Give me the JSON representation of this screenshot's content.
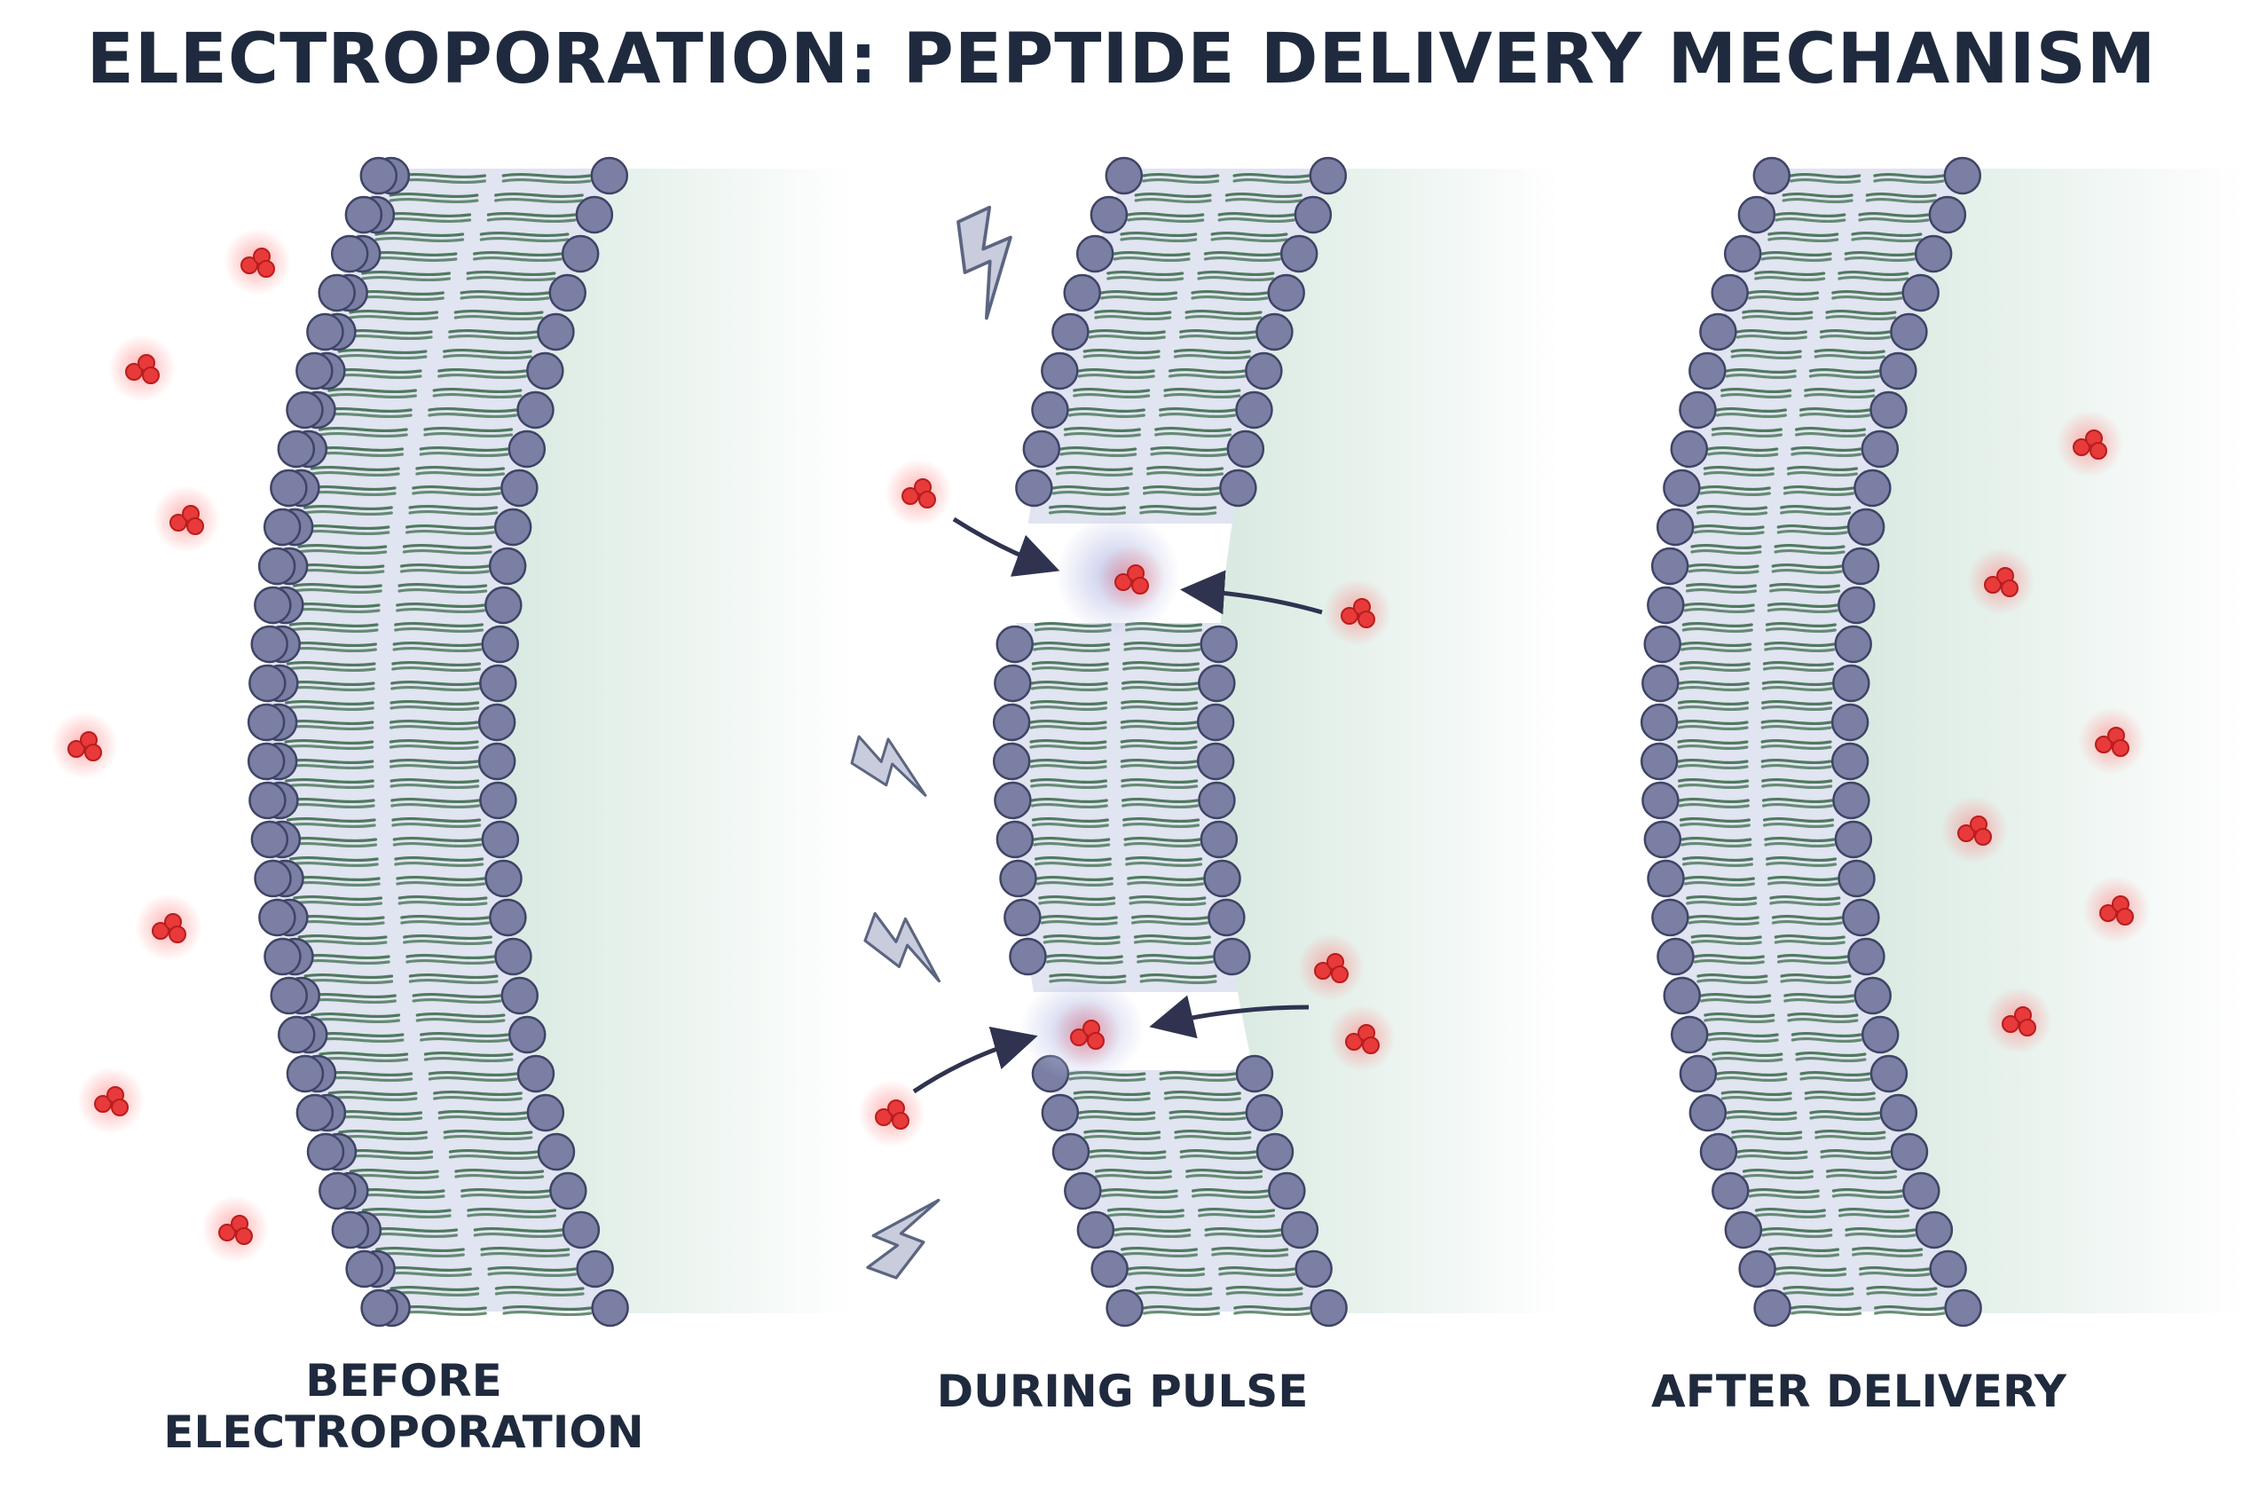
{
  "title": "ELECTROPORATION: PEPTIDE DELIVERY MECHANISM",
  "panels": [
    {
      "label_lines": [
        "BEFORE",
        "ELECTROPORATION"
      ]
    },
    {
      "label_lines": [
        "DURING PULSE"
      ]
    },
    {
      "label_lines": [
        "AFTER DELIVERY"
      ]
    }
  ],
  "colors": {
    "title": "#1f2a3e",
    "lipid_head": "#7a7fa3",
    "lipid_head_stroke": "#3f4466",
    "lipid_tail": "#4f7a5e",
    "membrane_fill": "#c9cde6",
    "cytoplasm": "#dcebe4",
    "peptide": "#e83a3a",
    "peptide_glow": "#ff8a8a",
    "lightning": "#c8ccdc",
    "lightning_stroke": "#5c6580",
    "arrow": "#2f3350"
  }
}
